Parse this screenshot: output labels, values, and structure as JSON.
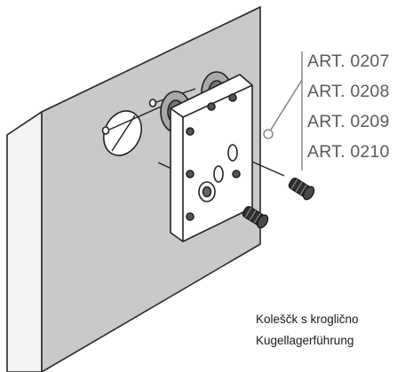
{
  "articles": [
    "ART. 0207",
    "ART. 0208",
    "ART. 0209",
    "ART. 0210"
  ],
  "caption": {
    "line1": "Koleščk s kroglično",
    "line2": "Kugellagerführung"
  },
  "colors": {
    "panel_face": "#c9c9c9",
    "panel_edge": "#f1f1f1",
    "plate": "#ffffff",
    "screw": "#2f2f2f",
    "leader": "#777777"
  }
}
